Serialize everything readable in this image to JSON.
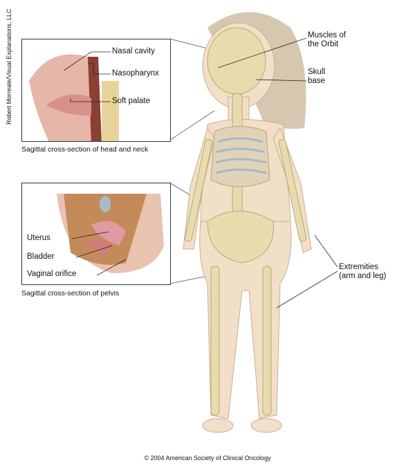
{
  "credit": "Robert Morreale/Visual Explanations, LLC",
  "copyright": "© 2004 American Society of Clinical Oncology",
  "head_inset": {
    "caption": "Sagittal cross-section of head and neck",
    "labels": [
      "Nasal cavity",
      "Nasopharynx",
      "Soft palate"
    ]
  },
  "pelvis_inset": {
    "caption": "Sagittal cross-section of pelvis",
    "labels": [
      "Uterus",
      "Bladder",
      "Vaginal orifice"
    ]
  },
  "figure_labels": {
    "orbit": [
      "Muscles of",
      "the Orbit"
    ],
    "skull_base": [
      "Skull",
      "base"
    ],
    "extremities": [
      "Extremities",
      "(arm and leg)"
    ]
  }
}
